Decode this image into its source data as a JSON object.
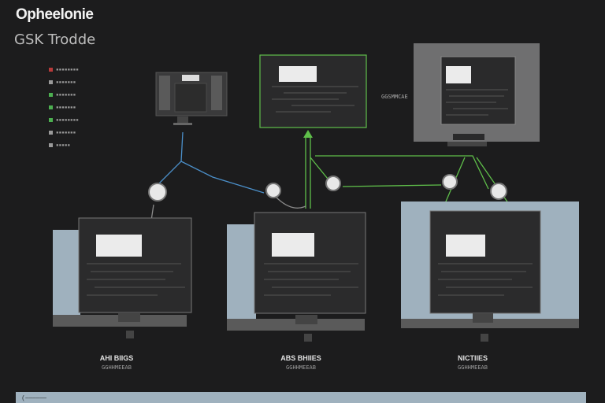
{
  "header": {
    "title": "Opheelonie",
    "subtitle": "GSK Trodde"
  },
  "legend": {
    "items": [
      {
        "label": "▪▪▪▪▪▪▪▪",
        "color": "#b83a3a"
      },
      {
        "label": "▪▪▪▪▪▪▪",
        "color": "#9a9a9a"
      },
      {
        "label": "▪▪▪▪▪▪▪",
        "color": "#4caf50"
      },
      {
        "label": "▪▪▪▪▪▪▪",
        "color": "#4caf50"
      },
      {
        "label": "▪▪▪▪▪▪▪▪",
        "color": "#4caf50"
      },
      {
        "label": "▪▪▪▪▪▪▪",
        "color": "#9a9a9a"
      },
      {
        "label": "▪▪▪▪▪",
        "color": "#9a9a9a"
      }
    ]
  },
  "nodes": {
    "top_center_label": "GGSMMCAE"
  },
  "captions": [
    {
      "title": "AHI BIIGS",
      "sub": "GGHHMEEAB"
    },
    {
      "title": "ABS BHIIES",
      "sub": "GGHHMEEAB"
    },
    {
      "title": "NICTIIES",
      "sub": "GGHHMEEAB"
    }
  ],
  "footer": {
    "text": "( ‒‒‒‒‒‒"
  },
  "colors": {
    "background": "#1c1c1d",
    "green_link": "#5fbf4a",
    "blue_link": "#4b8fc9",
    "panel_light": "#9fb1be",
    "screen": "#2b2b2c"
  }
}
